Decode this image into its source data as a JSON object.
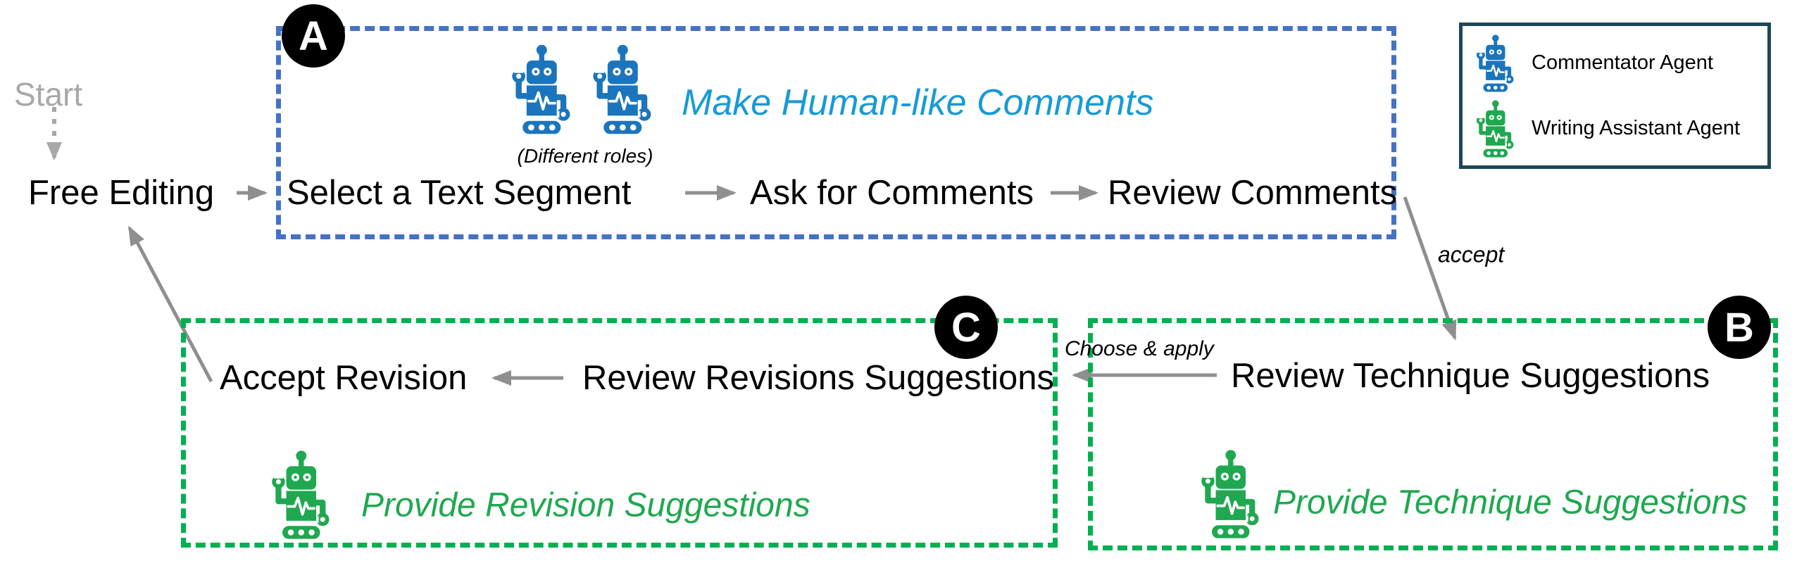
{
  "palette": {
    "blue_border": "#4472c4",
    "blue_robot": "#1b75bc",
    "blue_heading": "#189ad6",
    "green": "#00b050",
    "green_robot": "#1fa84f",
    "green_heading": "#1fa84f",
    "gray_arrow": "#8f8f8f",
    "gray_light": "#a8a8a8",
    "legend_border": "#1d4756",
    "badge_bg": "#000000"
  },
  "start": {
    "label": "Start"
  },
  "flow": {
    "free_editing": "Free Editing",
    "select_segment": "Select a Text Segment",
    "ask_comments": "Ask for Comments",
    "review_comments": "Review Comments"
  },
  "stage_a": {
    "badge": "A",
    "heading": "Make Human-like Comments",
    "roles_note": "(Different roles)"
  },
  "stage_b": {
    "badge": "B",
    "step": "Review Technique Suggestions",
    "caption": "Provide Technique Suggestions"
  },
  "stage_c": {
    "badge": "C",
    "step_accept": "Accept Revision",
    "step_review": "Review Revisions Suggestions",
    "caption": "Provide Revision Suggestions"
  },
  "edge_labels": {
    "accept": "accept",
    "choose_apply": "Choose & apply"
  },
  "legend": {
    "items": [
      {
        "icon": "commentator-robot-icon",
        "label": "Commentator Agent"
      },
      {
        "icon": "writing-assistant-robot-icon",
        "label": "Writing Assistant Agent"
      }
    ]
  }
}
